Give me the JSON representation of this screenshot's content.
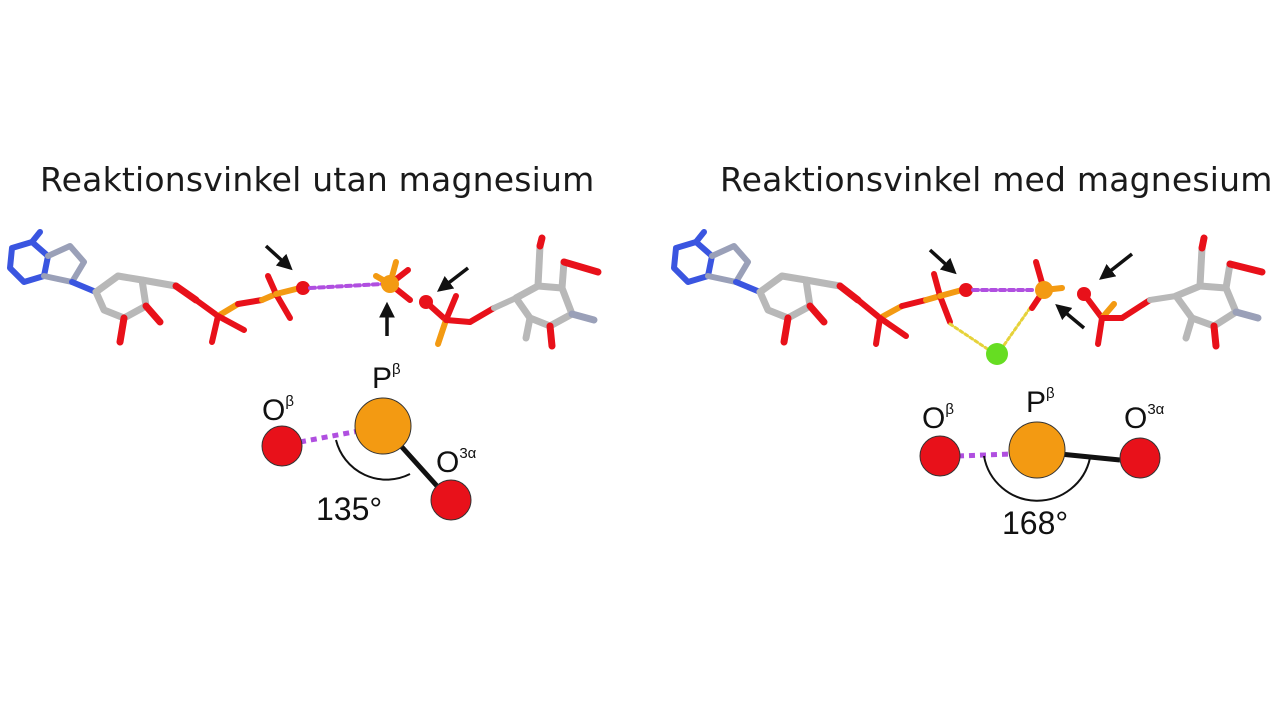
{
  "panels": [
    {
      "title": "Reaktionsvinkel utan magnesium",
      "labels": {
        "o_beta": "O",
        "o_beta_sup": "β",
        "p_beta": "P",
        "p_beta_sup": "β",
        "o_3alpha": "O",
        "o_3alpha_sup": "3α"
      },
      "angle": "135°"
    },
    {
      "title": "Reaktionsvinkel med magnesium",
      "labels": {
        "o_beta": "O",
        "o_beta_sup": "β",
        "p_beta": "P",
        "p_beta_sup": "β",
        "o_3alpha": "O",
        "o_3alpha_sup": "3α"
      },
      "angle": "168°"
    }
  ],
  "colors": {
    "oxygen": "#e8111a",
    "phosphorus": "#f39a12",
    "carbon": "#b8b8b8",
    "nitrogen": "#3a55e0",
    "magnesium": "#66dd22",
    "hbond": "#b04fe0",
    "mg_bond": "#e6d23a"
  }
}
